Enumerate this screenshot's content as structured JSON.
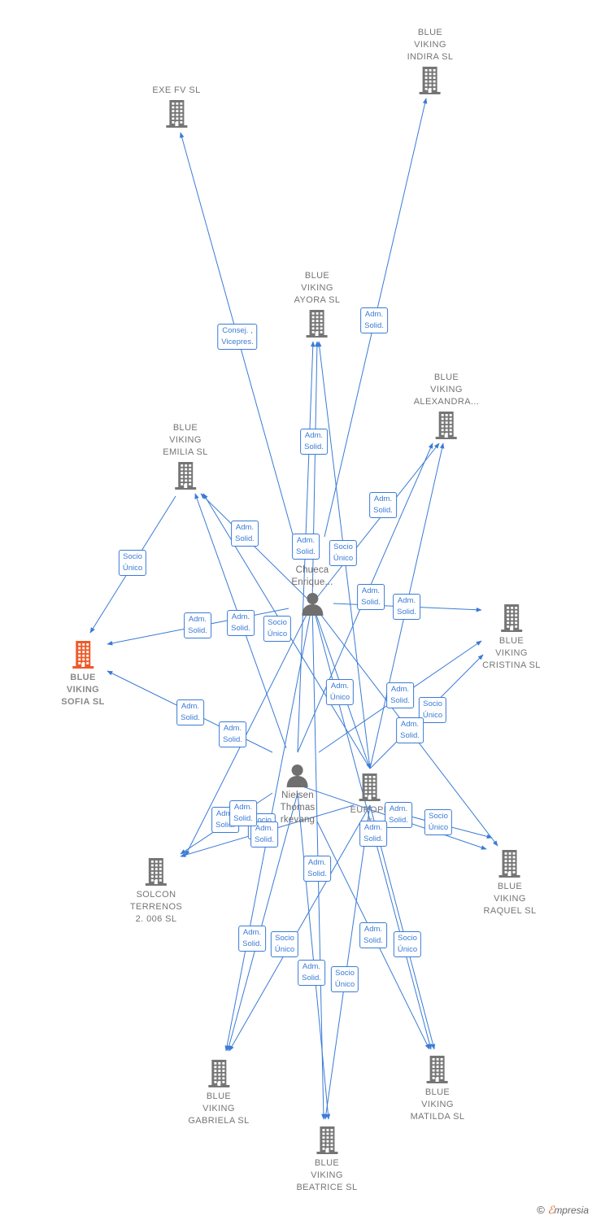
{
  "colors": {
    "edge": "#3a7bd5",
    "building": "#757575",
    "focus": "#f05a28",
    "person": "#6f6f6f"
  },
  "nodes": [
    {
      "id": "exe",
      "kind": "company",
      "lines": [
        "EXE FV SL"
      ]
    },
    {
      "id": "indira",
      "kind": "company",
      "lines": [
        "BLUE",
        "VIKING",
        "INDIRA  SL"
      ]
    },
    {
      "id": "ayora",
      "kind": "company",
      "lines": [
        "BLUE",
        "VIKING",
        "AYORA  SL"
      ]
    },
    {
      "id": "alexandra",
      "kind": "company",
      "lines": [
        "BLUE",
        "VIKING",
        "ALEXANDRA..."
      ]
    },
    {
      "id": "emilia",
      "kind": "company",
      "lines": [
        "BLUE",
        "VIKING",
        "EMILIA  SL"
      ]
    },
    {
      "id": "sofia",
      "kind": "focus",
      "lines": [
        "BLUE",
        "VIKING",
        "SOFIA  SL"
      ]
    },
    {
      "id": "cristina",
      "kind": "company",
      "lines": [
        "BLUE",
        "VIKING",
        "CRISTINA  SL"
      ]
    },
    {
      "id": "solcon",
      "kind": "company",
      "lines": [
        "SOLCON",
        "TERRENOS",
        "2. 006  SL"
      ]
    },
    {
      "id": "raquel",
      "kind": "company",
      "lines": [
        "BLUE",
        "VIKING",
        "RAQUEL  SL"
      ]
    },
    {
      "id": "gabriela",
      "kind": "company",
      "lines": [
        "BLUE",
        "VIKING",
        "GABRIELA  SL"
      ]
    },
    {
      "id": "beatrice",
      "kind": "company",
      "lines": [
        "BLUE",
        "VIKING",
        "BEATRICE  SL"
      ]
    },
    {
      "id": "matilda",
      "kind": "company",
      "lines": [
        "BLUE",
        "VIKING",
        "MATILDA  SL"
      ]
    },
    {
      "id": "europe",
      "kind": "company",
      "lines": [
        "EUROPE",
        "E",
        "ES      L"
      ]
    },
    {
      "id": "chueca",
      "kind": "person",
      "lines": [
        "Chueca",
        "Enrique..."
      ]
    },
    {
      "id": "nielsen",
      "kind": "person",
      "lines": [
        "Nielsen",
        "Thomas",
        "rkevang"
      ]
    }
  ],
  "relations": [
    {
      "lines": [
        "Consej. ,",
        "Vicepres."
      ]
    },
    {
      "lines": [
        "Adm.",
        "Solid."
      ]
    },
    {
      "lines": [
        "Adm.",
        "Solid."
      ]
    },
    {
      "lines": [
        "Adm.",
        "Solid."
      ]
    },
    {
      "lines": [
        "Socio",
        "Único"
      ]
    },
    {
      "lines": [
        "Adm.",
        "Solid."
      ]
    },
    {
      "lines": [
        "Adm.",
        "Solid."
      ]
    },
    {
      "lines": [
        "Socio",
        "Único"
      ]
    },
    {
      "lines": [
        "Adm.",
        "Solid."
      ]
    },
    {
      "lines": [
        "Adm.",
        "Solid."
      ]
    },
    {
      "lines": [
        "Adm.",
        "Solid."
      ]
    },
    {
      "lines": [
        "Socio",
        "Único"
      ]
    },
    {
      "lines": [
        "Adm.",
        "Solid."
      ]
    },
    {
      "lines": [
        "Adm.",
        "Solid."
      ]
    },
    {
      "lines": [
        "Adm.",
        "Único"
      ]
    },
    {
      "lines": [
        "Adm.",
        "Solid."
      ]
    },
    {
      "lines": [
        "Socio",
        "Único"
      ]
    },
    {
      "lines": [
        "Adm.",
        "Solid."
      ]
    },
    {
      "lines": [
        "Adm.",
        "Solid."
      ]
    },
    {
      "lines": [
        "Socio",
        "Único"
      ]
    },
    {
      "lines": [
        "Adm.",
        "Solid."
      ]
    },
    {
      "lines": [
        "Adm.",
        "Solid."
      ]
    },
    {
      "lines": [
        "Adm.",
        "Solid."
      ]
    },
    {
      "lines": [
        "Adm.",
        "Solid."
      ]
    },
    {
      "lines": [
        "Socio",
        "Único"
      ]
    },
    {
      "lines": [
        "Adm.",
        "Solid."
      ]
    },
    {
      "lines": [
        "Adm.",
        "Solid."
      ]
    },
    {
      "lines": [
        "Socio",
        "Único"
      ]
    },
    {
      "lines": [
        "Adm.",
        "Solid."
      ]
    },
    {
      "lines": [
        "Socio",
        "Único"
      ]
    },
    {
      "lines": [
        "Adm.",
        "Solid."
      ]
    },
    {
      "lines": [
        "Socio",
        "Único"
      ]
    },
    {
      "lines": [
        "Adm.",
        "Solid."
      ]
    }
  ],
  "footer": {
    "copyright_symbol": "©",
    "brand_initial": "ℰ",
    "brand_rest": "mpresia"
  }
}
